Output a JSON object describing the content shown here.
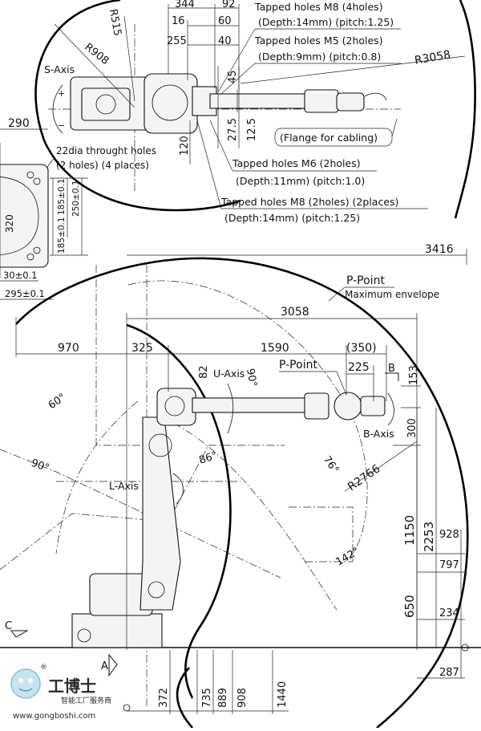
{
  "top_view": {
    "dims": {
      "d344": "344",
      "d92": "92",
      "d16": "16",
      "d60": "60",
      "d255": "255",
      "d40": "40",
      "d45": "45",
      "d275": "27.5",
      "d125": "12.5",
      "d120": "120",
      "d290": "290"
    },
    "radii": {
      "r515": "R515",
      "r908": "R908",
      "r3058": "R3058"
    },
    "axis_label": "S-Axis",
    "notes": {
      "m8_4": "Tapped holes  M8 (4holes)",
      "m8_4_spec": "(Depth:14mm) (pitch:1.25)",
      "m5": "Tapped holes  M5 (2holes)",
      "m5_spec": "(Depth:9mm) (pitch:0.8)",
      "flange": "(Flange for cabling)",
      "m6": "Tapped holes  M6 (2holes)",
      "m6_spec": "(Depth:11mm) (pitch:1.0)",
      "m8_2": "Tapped holes  M8 (2holes) (2places)",
      "m8_2_spec": "(Depth:14mm) (pitch:1.25)",
      "dia22": "22dia throught holes",
      "dia22_spec": "(2 holes) (4 places)"
    }
  },
  "base_view": {
    "d320": "320",
    "d185a": "185±0.1",
    "d250": "250±0.1",
    "d185b": "185±0.1",
    "d30": "30±0.1",
    "d295": "295±0.1"
  },
  "side_view": {
    "dims": {
      "d3416": "3416",
      "d3058": "3058",
      "d970": "970",
      "d325": "325",
      "d1590": "1590",
      "d350": "(350)",
      "d225": "225",
      "d153": "153",
      "d300": "300",
      "d1150": "1150",
      "d2253": "2253",
      "d928": "928",
      "d797": "797",
      "d650": "650",
      "d234": "234",
      "d287": "287",
      "d372": "372",
      "d735": "735",
      "d889": "889",
      "d908": "908",
      "d1440": "1440"
    },
    "pp_title": "P-Point",
    "pp_sub": "Maximum envelope",
    "pp_label": "P-Point",
    "radius": "R2766",
    "angles": {
      "a60": "60°",
      "a90": "90°",
      "a82": "82",
      "a90u": "90°",
      "a86": "86°",
      "a76": "76°",
      "a142": "142°"
    },
    "axes": {
      "u": "U-Axis",
      "l": "L-Axis",
      "b": "B-Axis"
    },
    "sections": {
      "b": "B",
      "c": "C",
      "a": "A"
    }
  },
  "watermark": {
    "cn": "工博士",
    "sub": "智能工厂服务商",
    "url": "www.gongboshi.com",
    "reg": "®"
  }
}
